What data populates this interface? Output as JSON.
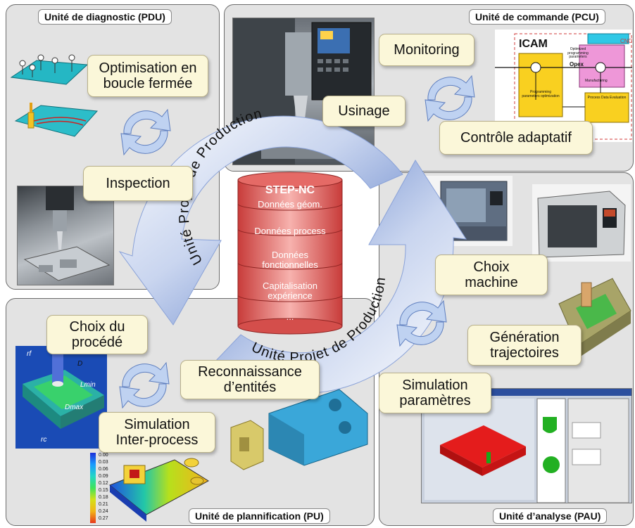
{
  "quadrants": {
    "pdu": "Unité de diagnostic (PDU)",
    "pcu": "Unité de commande (PCU)",
    "pu": "Unité de plannification (PU)",
    "pau": "Unité d’analyse (PAU)"
  },
  "boxes": {
    "optimisation": "Optimisation en\nboucle fermée",
    "inspection": "Inspection",
    "monitoring": "Monitoring",
    "usinage": "Usinage",
    "controle": "Contrôle adaptatif",
    "choix_machine": "Choix\nmachine",
    "generation": "Génération\ntrajectoires",
    "simulation_param": "Simulation\nparamètres",
    "choix_procede": "Choix du\nprocédé",
    "reconnaissance": "Reconnaissance\nd’entités",
    "simulation_inter": "Simulation\nInter-process"
  },
  "center": {
    "arc_label": "Unité Projet de Production",
    "db_title": "STEP-NC",
    "layers": [
      "Données géom.",
      "Données process",
      "Données\nfonctionnelles",
      "Capitalisation\nexpérience",
      "..."
    ]
  },
  "icam": {
    "title": "ICAM",
    "cnc": "CNC",
    "opt_label": "Optimized programming parameters",
    "opex": "Opex",
    "prog": "Programming parameters optimization",
    "manufacturing": "Manufacturing",
    "process_data": "Process Data Evaluation"
  },
  "color_ramp": [
    "0.00",
    "0.03",
    "0.06",
    "0.09",
    "0.12",
    "0.15",
    "0.18",
    "0.21",
    "0.24",
    "0.27"
  ],
  "cad_labels": {
    "r": "rf",
    "dmax": "Dmax",
    "lmin": "Lmin",
    "rc": "rc",
    "d": "D"
  },
  "colors": {
    "db_red": "#e0605e",
    "arc_blue": "#4a6fc0",
    "note_fill": "#fbf7d9",
    "panel": "#e3e3e3"
  },
  "icons": [
    "refresh-cycle-icon"
  ]
}
